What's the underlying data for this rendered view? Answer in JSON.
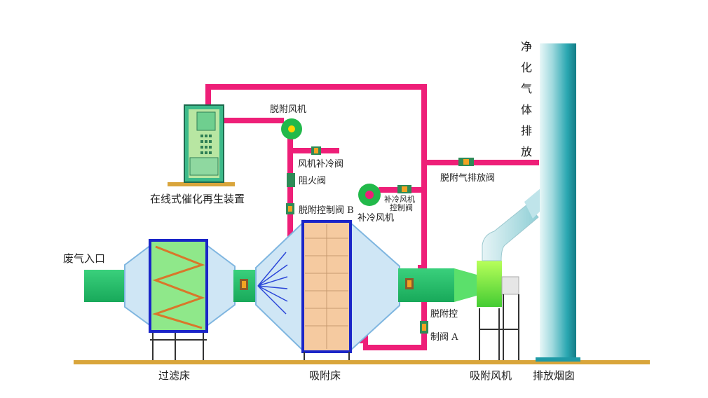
{
  "labels": {
    "exhaust_inlet": "废气入口",
    "filter_bed": "过滤床",
    "adsorption_bed": "吸附床",
    "adsorption_fan": "吸附风机",
    "stack": "排放烟囱",
    "catalytic_unit": "在线式催化再生装置",
    "desorption_fan": "脱附风机",
    "fan_cooling_valve": "风机补冷阀",
    "fire_damper": "阻火阀",
    "desorption_valve_b": "脱附控制阀 B",
    "cooling_fan": "补冷风机",
    "cooling_fan_valve_line1": "补冷风机",
    "cooling_fan_valve_line2": "控制阀",
    "desorption_exhaust_valve": "脱附气排放阀",
    "desorption_valve_a_line1": "脱附控",
    "desorption_valve_a_line2": "制阀 A",
    "clean_gas_chars": [
      "净",
      "化",
      "气",
      "体",
      "排",
      "放"
    ]
  },
  "colors": {
    "duct_pink": "#ee1f78",
    "duct_green": "#23c26b",
    "ground": "#d9a53b",
    "bed_outline": "#1a25c8",
    "hood_blue": "#cfe6f5",
    "stack_teal": "#1f9aa6",
    "valve_orange": "#f2a322"
  }
}
